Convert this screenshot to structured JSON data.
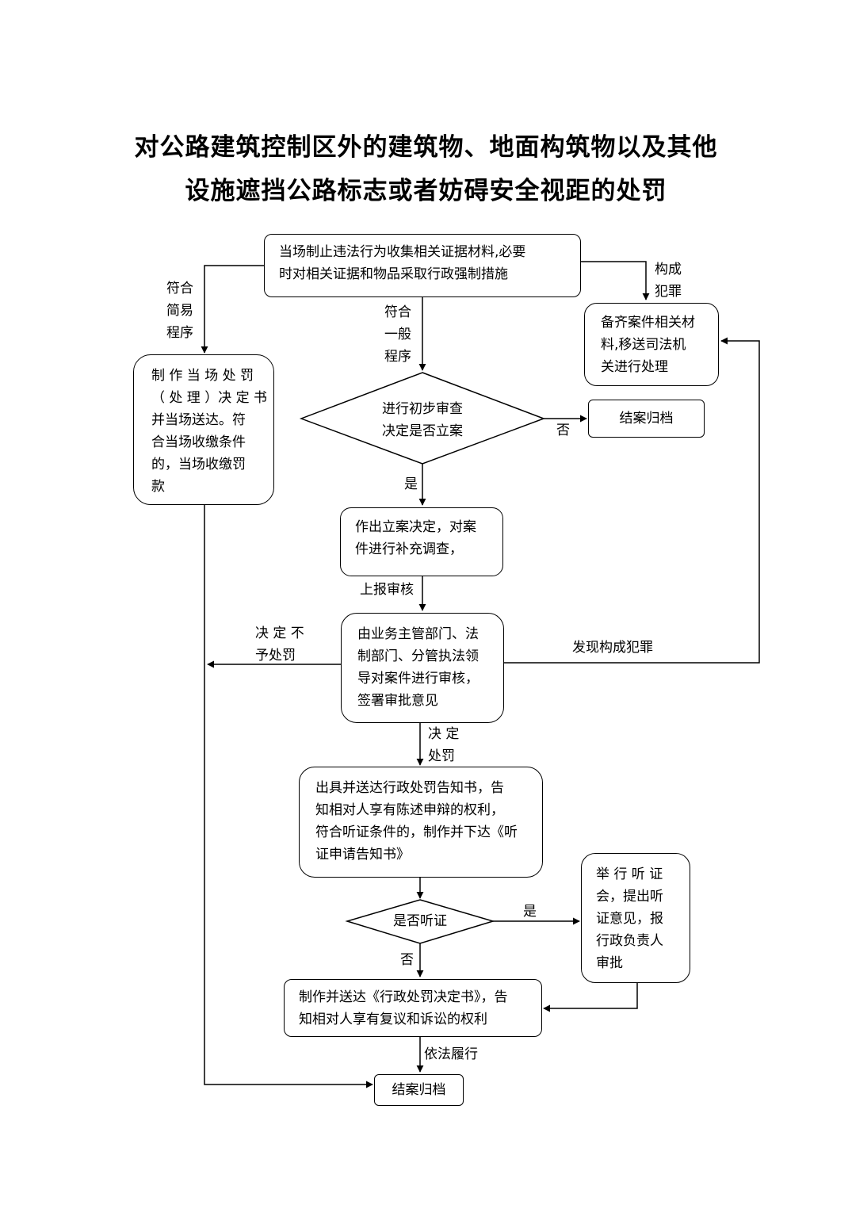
{
  "title": {
    "line1": "对公路建筑控制区外的建筑物、地面构筑物以及其他",
    "line2": "设施遮挡公路标志或者妨碍安全视距的处罚"
  },
  "nodes": {
    "start": [
      "当场制止违法行为收集相关证据材料,必要",
      "时对相关证据和物品采取行政强制措施"
    ],
    "transfer": [
      "备齐案件相关材",
      "料,移送司法机",
      "关进行处理"
    ],
    "simple": [
      "制 作 当 场 处 罚",
      "（ 处 理 ）决 定 书",
      "并当场送达。符",
      "合当场收缴条件",
      "的，当场收缴罚",
      "款"
    ],
    "review_decision": [
      "进行初步审查",
      "决定是否立案"
    ],
    "close_top": "结案归档",
    "file_case": [
      "作出立案决定，对案",
      "件进行补充调查，"
    ],
    "approval": [
      "由业务主管部门、法",
      "制部门、分管执法领",
      "导对案件进行审核，",
      "签署审批意见"
    ],
    "notice": [
      "出具并送达行政处罚告知书，告",
      "知相对人享有陈述申辩的权利，",
      "符合听证条件的，制作并下达《听",
      "证申请告知书》"
    ],
    "hearing_decision": "是否听证",
    "hearing": [
      "举 行 听 证",
      "会，提出听",
      "证意见，报",
      "行政负责人",
      "审批"
    ],
    "decision_doc": [
      "制作并送达《行政处罚决定书》，告",
      "知相对人享有复议和诉讼的权利"
    ],
    "close_bottom": "结案归档"
  },
  "labels": {
    "crime": [
      "构成",
      "犯罪"
    ],
    "simple_proc": [
      "符合",
      "简易",
      "程序"
    ],
    "general_proc": [
      "符合",
      "一般",
      "程序"
    ],
    "no1": "否",
    "yes1": "是",
    "report": "上报审核",
    "no_penalty": [
      "决 定 不",
      "予处罚"
    ],
    "find_crime": "发现构成犯罪",
    "penalty": [
      "决 定",
      "处罚"
    ],
    "yes2": "是",
    "no2": "否",
    "perform": "依法履行"
  }
}
